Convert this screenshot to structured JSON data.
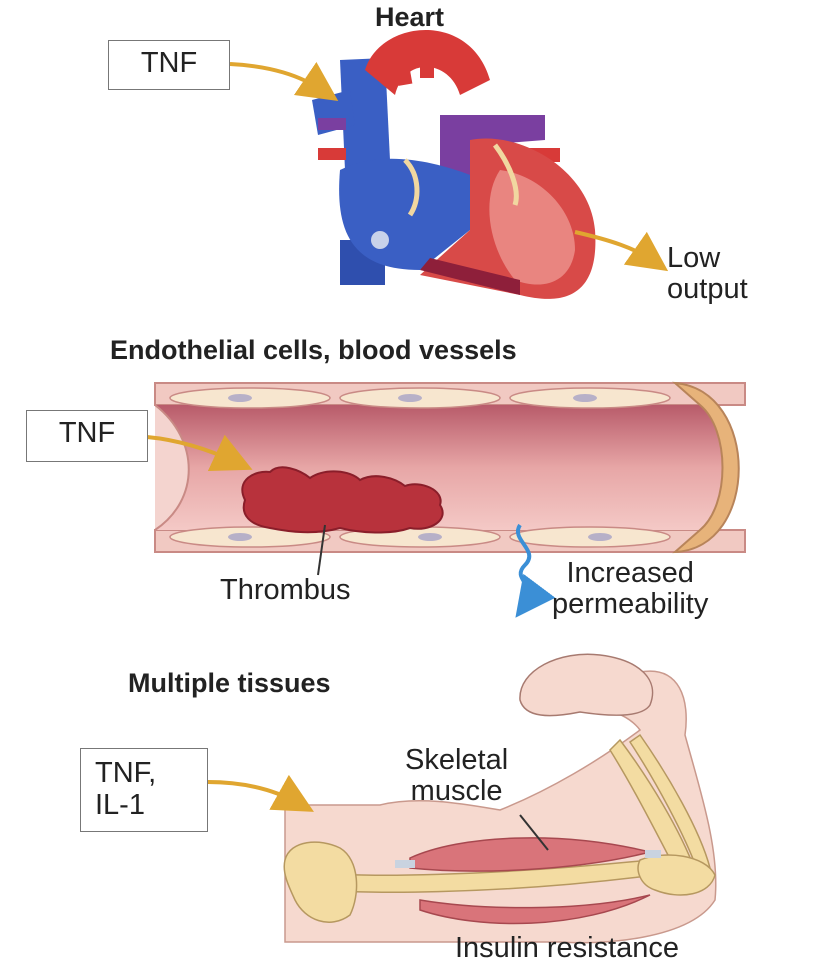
{
  "sections": {
    "heart": {
      "title": "Heart",
      "input": "TNF",
      "effect": "Low\noutput"
    },
    "vessels": {
      "title": "Endothelial cells, blood vessels",
      "input": "TNF",
      "thrombus_label": "Thrombus",
      "effect": "Increased\npermeability"
    },
    "tissues": {
      "title": "Multiple tissues",
      "input": "TNF,\nIL-1",
      "muscle_label": "Skeletal\nmuscle",
      "effect": "Insulin resistance"
    }
  },
  "colors": {
    "arrow": "#e0a630",
    "vein": "#3a5fc4",
    "artery": "#d83a38",
    "pulmonary": "#7a3fa0",
    "vessel_wall": "#f1c9c2",
    "thrombus": "#b8323c",
    "permeability_arrow": "#3b8fd6",
    "bone": "#f3dca2",
    "muscle": "#d9747a"
  }
}
